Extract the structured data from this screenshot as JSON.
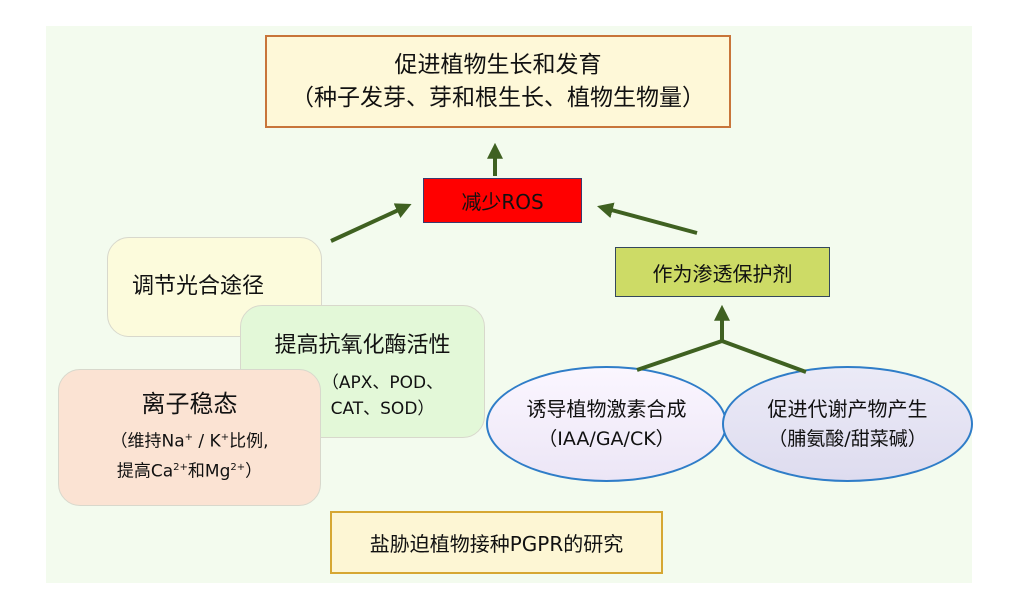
{
  "diagram": {
    "top_box": {
      "title": "促进植物生长和发育",
      "subtitle": "（种子发芽、芽和根生长、植物生物量）"
    },
    "ros_box": {
      "label": "减少ROS",
      "color": "#ff0000"
    },
    "osmoprotectant_box": {
      "label": "作为渗透保护剂",
      "color": "#cddb66"
    },
    "photosynthesis_box": {
      "label": "调节光合途径"
    },
    "antioxidant_box": {
      "title": "提高抗氧化酶活性",
      "line1": "（APX、POD、",
      "line2": "CAT、SOD）"
    },
    "ion_box": {
      "title": "离子稳态",
      "line1_prefix": "（维持Na",
      "line1_sup1": "+",
      "line1_mid": " / K",
      "line1_sup2": "+",
      "line1_suffix": "比例,",
      "line2_prefix": "提高Ca",
      "line2_sup1": "2+",
      "line2_mid": "和Mg",
      "line2_sup2": "2+",
      "line2_suffix": "）"
    },
    "hormone_ellipse": {
      "title": "诱导植物激素合成",
      "subtitle": "（IAA/GA/CK）"
    },
    "metabolite_ellipse": {
      "title": "促进代谢产物产生",
      "subtitle": "（脯氨酸/甜菜碱）"
    },
    "bottom_box": {
      "label": "盐胁迫植物接种PGPR的研究"
    },
    "colors": {
      "arrow": "#3f6121",
      "background": "#f3fbee",
      "ellipse_border": "#2f7dc8"
    }
  }
}
